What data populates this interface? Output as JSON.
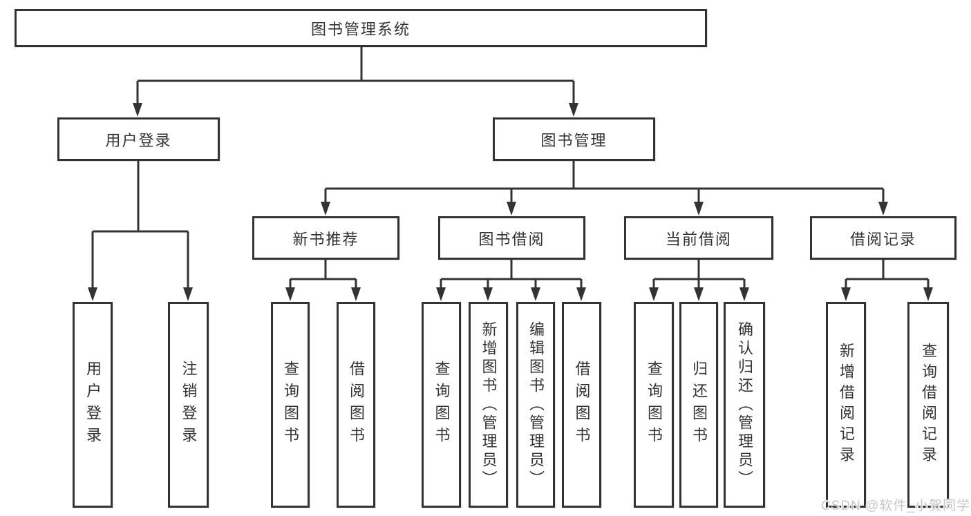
{
  "diagram": {
    "root": "图书管理系统",
    "branches": [
      {
        "label": "用户登录",
        "children": [
          "用户登录",
          "注销登录"
        ]
      },
      {
        "label": "图书管理",
        "groups": [
          {
            "label": "新书推荐",
            "children": [
              "查询图书",
              "借阅图书"
            ]
          },
          {
            "label": "图书借阅",
            "children": [
              "查询图书",
              "新增图书（管理员）",
              "编辑图书（管理员）",
              "借阅图书"
            ]
          },
          {
            "label": "当前借阅",
            "children": [
              "查询图书",
              "归还图书",
              "确认归还（管理员）"
            ]
          },
          {
            "label": "借阅记录",
            "children": [
              "新增借阅记录",
              "查询借阅记录"
            ]
          }
        ]
      }
    ]
  },
  "watermark": "CSDN @软件_小贺同学",
  "colors": {
    "line": "#333333",
    "text": "#333333",
    "background": "#ffffff",
    "watermark": "#c6c6c6"
  }
}
